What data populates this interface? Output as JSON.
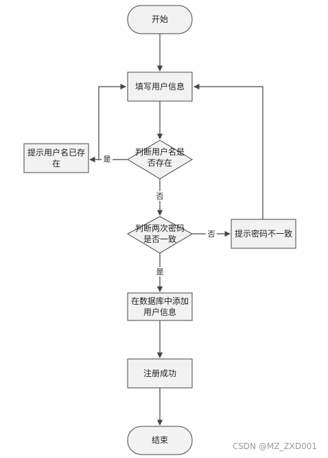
{
  "nodes": {
    "start": "开始",
    "fill_info": "填写用户信息",
    "check_name_l1": "判断用户名是",
    "check_name_l2": "否存在",
    "name_exists_l1": "提示用户名已存",
    "name_exists_l2": "在",
    "check_pwd_l1": "判断两次密码",
    "check_pwd_l2": "是否一致",
    "pwd_mismatch": "提示密码不一致",
    "add_db_l1": "在数据库中添加",
    "add_db_l2": "用户信息",
    "register_ok": "注册成功",
    "end": "结束"
  },
  "edges": {
    "yes_name": "是",
    "no_name": "否",
    "no_pwd": "否",
    "yes_pwd": "是"
  },
  "watermark": "CSDN @MZ_ZXD001",
  "colors": {
    "fill": "#f2f2f2",
    "stroke": "#444444"
  }
}
